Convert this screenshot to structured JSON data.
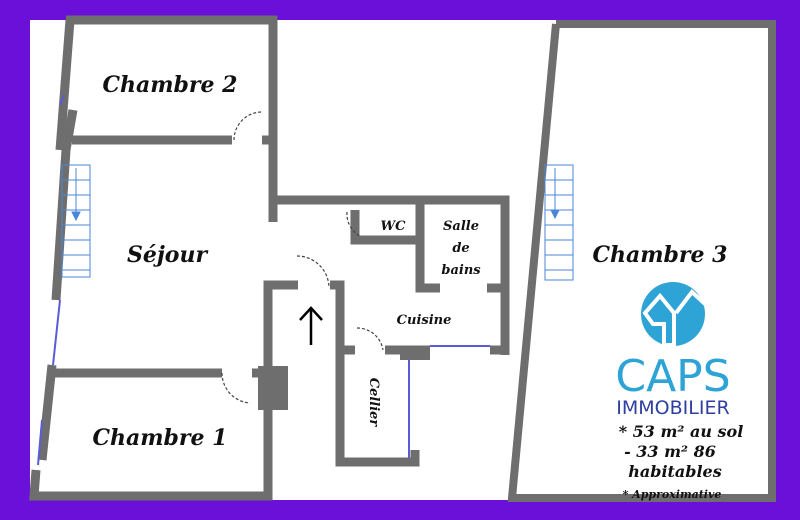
{
  "rooms": {
    "chambre2": "Chambre 2",
    "sejour": "Séjour",
    "chambre1": "Chambre 1",
    "wc": "WC",
    "salle_de_bains": [
      "Salle",
      "de",
      "bains"
    ],
    "cuisine": "Cuisine",
    "cellier": "Cellier",
    "chambre3": "Chambre 3"
  },
  "surface": {
    "line1": "* 53 m² au sol",
    "line2": "- 33 m² 86",
    "line3": "habitables",
    "footnote": "* Approximative"
  },
  "logo": {
    "name": "CAPS",
    "subtitle": "IMMOBILIER",
    "color": "#2ea3d6"
  },
  "colors": {
    "frame": "#6a10d8",
    "wall": "#6e6e6e",
    "window": "#5b5bd6",
    "stairs": "#4a86d8"
  },
  "icons": {
    "entrance": "arrow-up-icon",
    "stairs": "stairs-down-icon"
  }
}
